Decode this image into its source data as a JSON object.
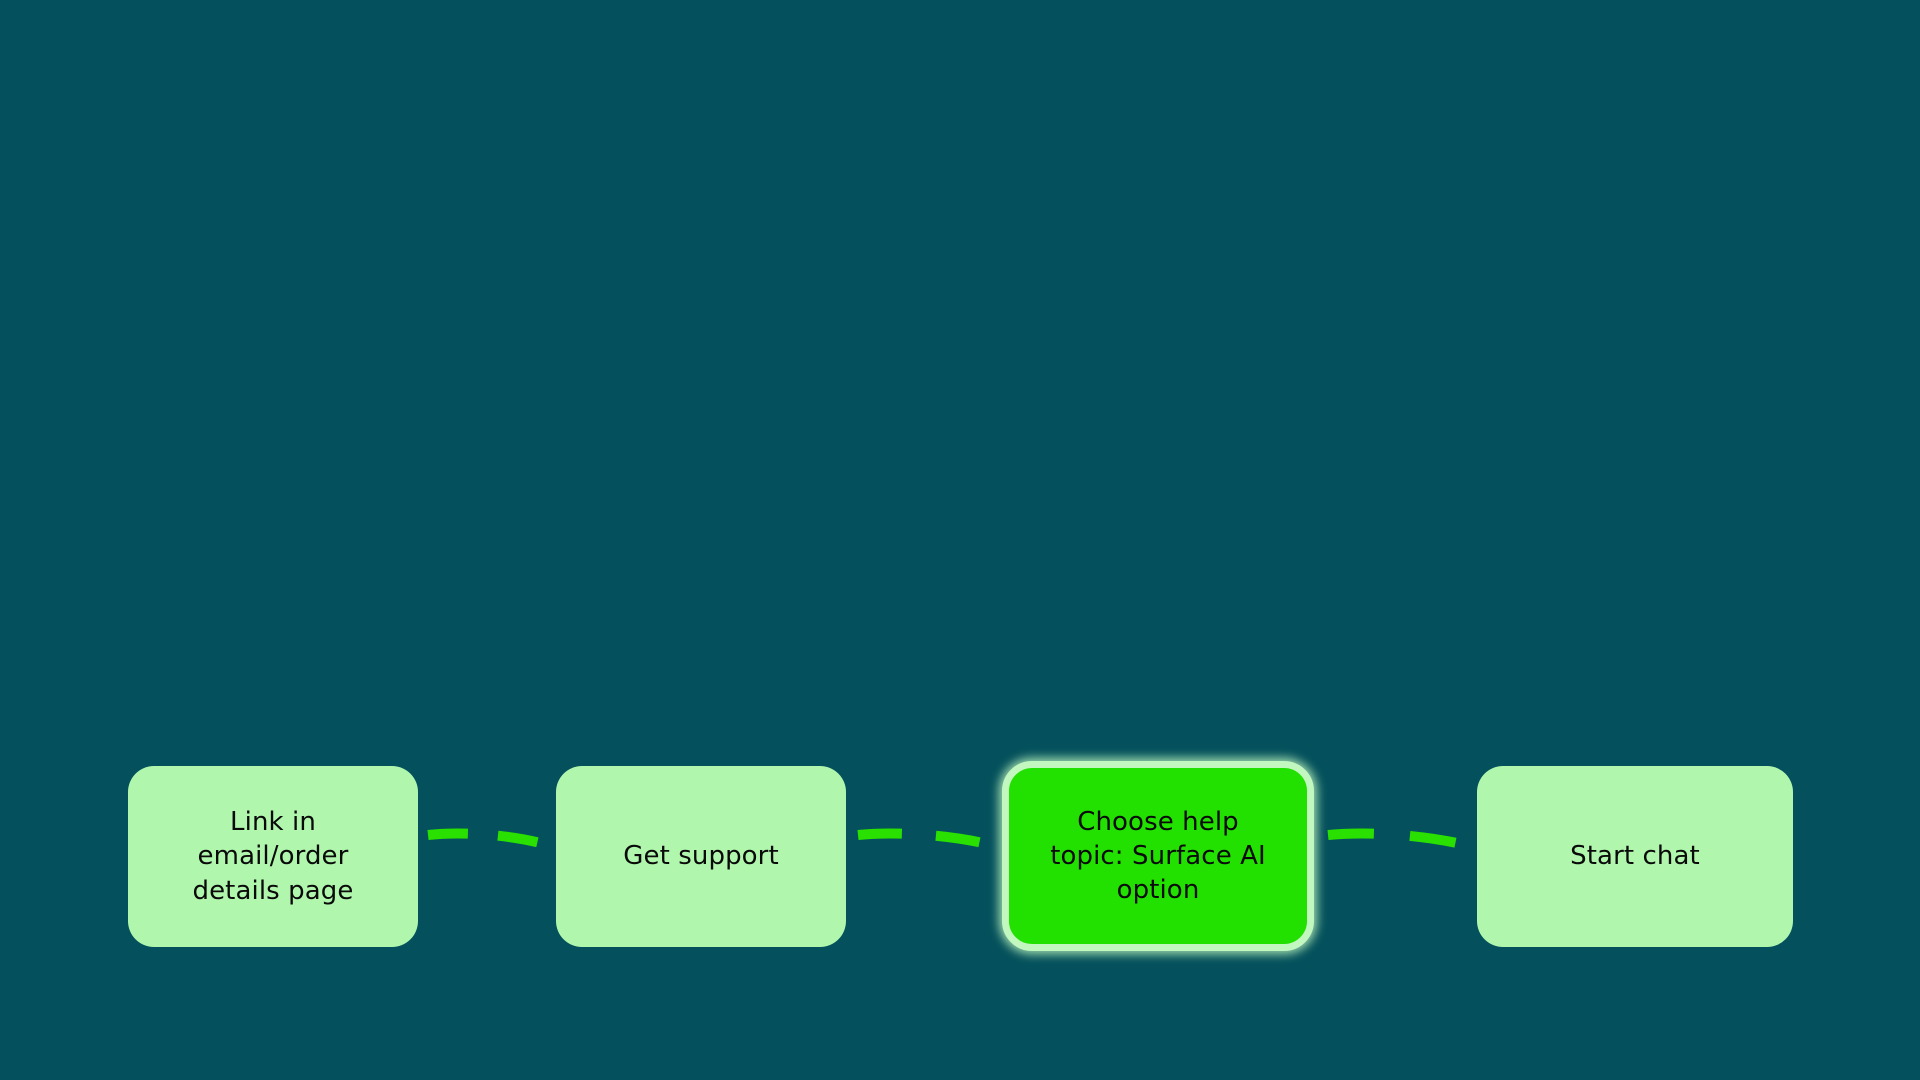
{
  "diagram": {
    "type": "flowchart",
    "orientation": "left-to-right",
    "title": "",
    "background_color": "#04505c",
    "node_fill_color": "#b0f7ad",
    "node_active_fill_color": "#22e000",
    "node_active_border_color": "#c2f7c0",
    "connector_color": "#2ae000",
    "text_color": "#0a0a0a",
    "nodes": [
      {
        "id": "node-0",
        "label": "Link in\nemail/order\ndetails page",
        "state": "normal"
      },
      {
        "id": "node-1",
        "label": "Get support",
        "state": "normal"
      },
      {
        "id": "node-2",
        "label": "Choose help\ntopic: Surface AI\noption",
        "state": "active"
      },
      {
        "id": "node-3",
        "label": "Start chat",
        "state": "normal"
      }
    ],
    "connectors": [
      {
        "id": "conn-0",
        "from": "node-0",
        "to": "node-1",
        "style": "dashed"
      },
      {
        "id": "conn-1",
        "from": "node-1",
        "to": "node-2",
        "style": "dashed"
      },
      {
        "id": "conn-2",
        "from": "node-2",
        "to": "node-3",
        "style": "dashed"
      }
    ]
  }
}
